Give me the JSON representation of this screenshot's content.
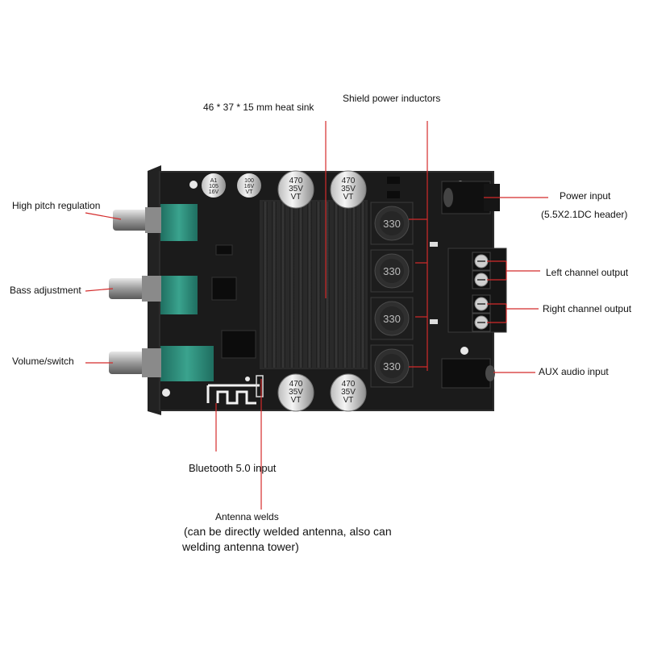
{
  "labels": {
    "heat_sink": "46 * 37 * 15 mm heat sink",
    "shield_inductors": "Shield power inductors",
    "high_pitch": "High pitch regulation",
    "bass": "Bass adjustment",
    "volume": "Volume/switch",
    "power_input": "Power input",
    "power_input_spec": "(5.5X2.1DC header)",
    "left_channel": "Left channel output",
    "right_channel": "Right channel output",
    "aux": "AUX audio input",
    "bluetooth": "Bluetooth 5.0 input",
    "antenna_title": "Antenna welds",
    "antenna_note_1": "(can be directly welded antenna, also can",
    "antenna_note_2": "welding antenna tower)"
  },
  "board_marks": {
    "cap_large": [
      "470",
      "35V",
      "VT"
    ],
    "inductor_value": "330",
    "cap_small_a": [
      "A1",
      "105",
      "16V"
    ],
    "cap_small_b": [
      "100",
      "16V",
      "VT"
    ]
  },
  "colors": {
    "callout_line": "#d42b2b",
    "board": "#1b1b1b",
    "heatsink": "#2a2a2a",
    "potentiometer": "#2f8f7d"
  }
}
